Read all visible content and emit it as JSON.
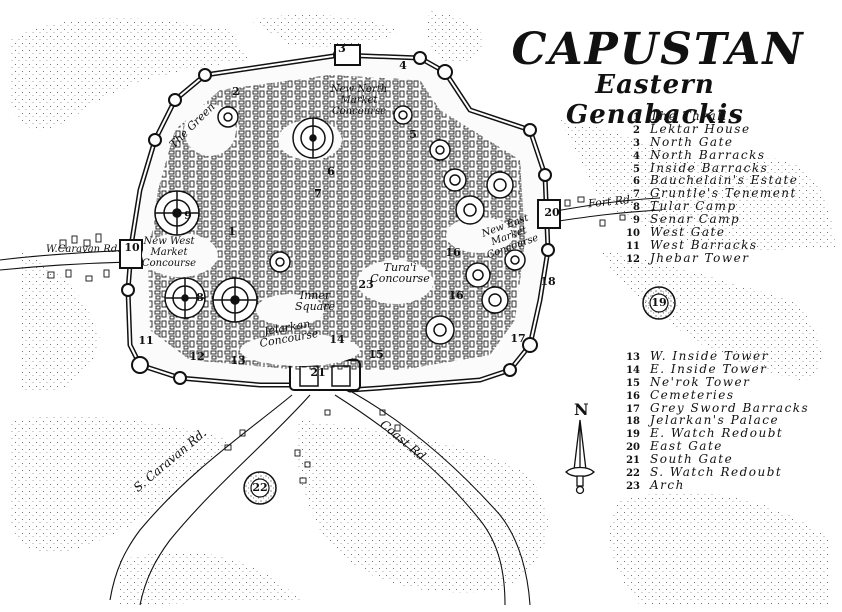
{
  "title": "CAPUSTAN",
  "subtitle": "Eastern Genabackis",
  "north_label": "N",
  "legend": [
    {
      "num": "1",
      "name": "The Thrall"
    },
    {
      "num": "2",
      "name": "Lektar House"
    },
    {
      "num": "3",
      "name": "North Gate"
    },
    {
      "num": "4",
      "name": "North Barracks"
    },
    {
      "num": "5",
      "name": "Inside Barracks"
    },
    {
      "num": "6",
      "name": "Bauchelain's Estate"
    },
    {
      "num": "7",
      "name": "Gruntle's Tenement"
    },
    {
      "num": "8",
      "name": "Tular Camp"
    },
    {
      "num": "9",
      "name": "Senar Camp"
    },
    {
      "num": "10",
      "name": "West Gate"
    },
    {
      "num": "11",
      "name": "West Barracks"
    },
    {
      "num": "12",
      "name": "Jhebar Tower"
    },
    {
      "num": "13",
      "name": "W. Inside Tower"
    },
    {
      "num": "14",
      "name": "E. Inside Tower"
    },
    {
      "num": "15",
      "name": "Ne'rok Tower"
    },
    {
      "num": "16",
      "name": "Cemeteries"
    },
    {
      "num": "17",
      "name": "Grey Sword Barracks"
    },
    {
      "num": "18",
      "name": "Jelarkan's Palace"
    },
    {
      "num": "19",
      "name": "E. Watch Redoubt"
    },
    {
      "num": "20",
      "name": "East Gate"
    },
    {
      "num": "21",
      "name": "South Gate"
    },
    {
      "num": "22",
      "name": "S. Watch Redoubt"
    },
    {
      "num": "23",
      "name": "Arch"
    }
  ],
  "places": {
    "green": "The Green",
    "new_north": "New North Market Concourse",
    "new_west": "New West Market Concourse",
    "new_east": "New East Market Concourse",
    "turai": "Tura'i Concourse",
    "inner_square": "Inner Square",
    "jelarkan": "Jelarkan Concourse"
  },
  "roads": {
    "west_caravan": "W.Caravan Rd.",
    "fort": "Fort Rd.",
    "south_caravan": "S. Caravan Rd.",
    "coast": "Coast Rd"
  },
  "colors": {
    "ink": "#111111",
    "paper": "#ffffff",
    "fill": "#f4f4f4"
  }
}
